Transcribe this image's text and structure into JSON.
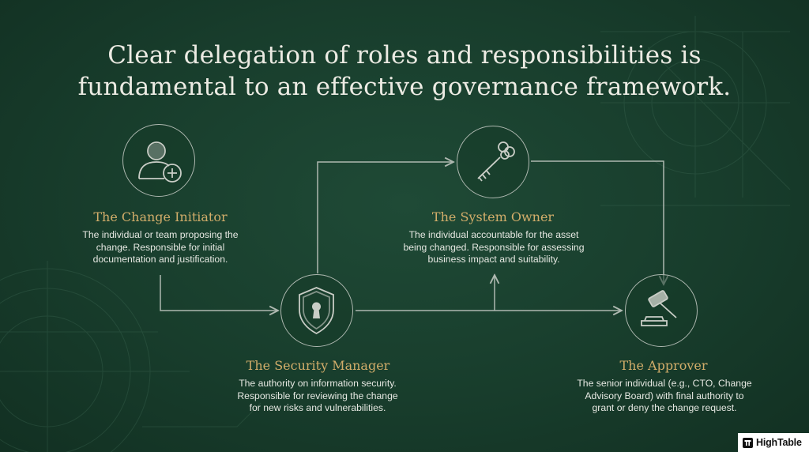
{
  "headline": {
    "line1": "Clear delegation of roles and responsibilities is",
    "line2": "fundamental to an effective governance framework."
  },
  "roles": [
    {
      "id": "change-initiator",
      "icon": "user-plus-icon",
      "title": "The Change Initiator",
      "description": [
        "The individual or team proposing the",
        "change. Responsible for initial",
        "documentation and justification."
      ]
    },
    {
      "id": "security-manager",
      "icon": "shield-keyhole-icon",
      "title": "The Security Manager",
      "description": [
        "The authority on information security.",
        "Responsible for reviewing the change",
        "for new risks and vulnerabilities."
      ]
    },
    {
      "id": "system-owner",
      "icon": "key-icon",
      "title": "The System Owner",
      "description": [
        "The individual accountable for the asset",
        "being changed. Responsible for assessing",
        "business impact and suitability."
      ]
    },
    {
      "id": "approver",
      "icon": "gavel-icon",
      "title": "The Approver",
      "description": [
        "The senior individual (e.g., CTO, Change",
        "Advisory Board) with final authority to",
        "grant or deny the change request."
      ]
    }
  ],
  "brand": {
    "name": "HighTable",
    "icon": "hightable-logo-icon"
  },
  "colors": {
    "background": "#183d2c",
    "title_gold": "#d2ad6a",
    "line": "#aeb8b0",
    "text": "#e6e8e2"
  }
}
